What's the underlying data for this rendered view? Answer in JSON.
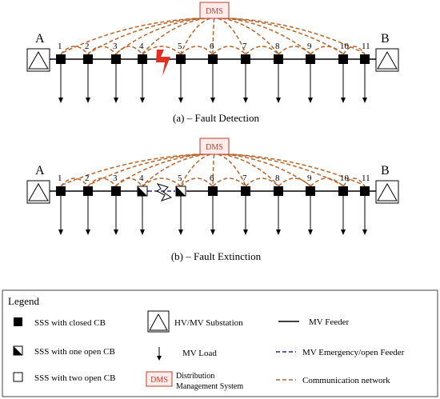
{
  "dms_label": "DMS",
  "substation_a": "A",
  "substation_b": "B",
  "node_labels": [
    "1",
    "2",
    "3",
    "4",
    "5",
    "6",
    "7",
    "8",
    "9",
    "10",
    "11"
  ],
  "panel_a": {
    "caption": "(a) – Fault Detection",
    "node_states": [
      "closed",
      "closed",
      "closed",
      "closed",
      "closed",
      "closed",
      "closed",
      "closed",
      "closed",
      "closed",
      "closed"
    ]
  },
  "panel_b": {
    "caption": "(b) – Fault Extinction",
    "node_states": [
      "closed",
      "closed",
      "closed",
      "one-open",
      "one-open",
      "closed",
      "closed",
      "closed",
      "closed",
      "closed",
      "closed"
    ]
  },
  "legend": {
    "title": "Legend",
    "sss_closed": "SSS with closed CB",
    "sss_one_open": "SSS with one open CB",
    "sss_two_open": "SSS with two open CB",
    "hv_substation": "HV/MV Substation",
    "mv_load": "MV Load",
    "dms_icon": "DMS",
    "dms_line1": "Distribution",
    "dms_line2": "Management System",
    "mv_feeder": "MV Feeder",
    "mv_emergency": "MV Emergency/open Feeder",
    "comm_network": "Communication network"
  },
  "colors": {
    "comm": "#b5642a",
    "dms": "#c0392b",
    "emergency": "#1f2a8a",
    "fault": "#e03020"
  }
}
